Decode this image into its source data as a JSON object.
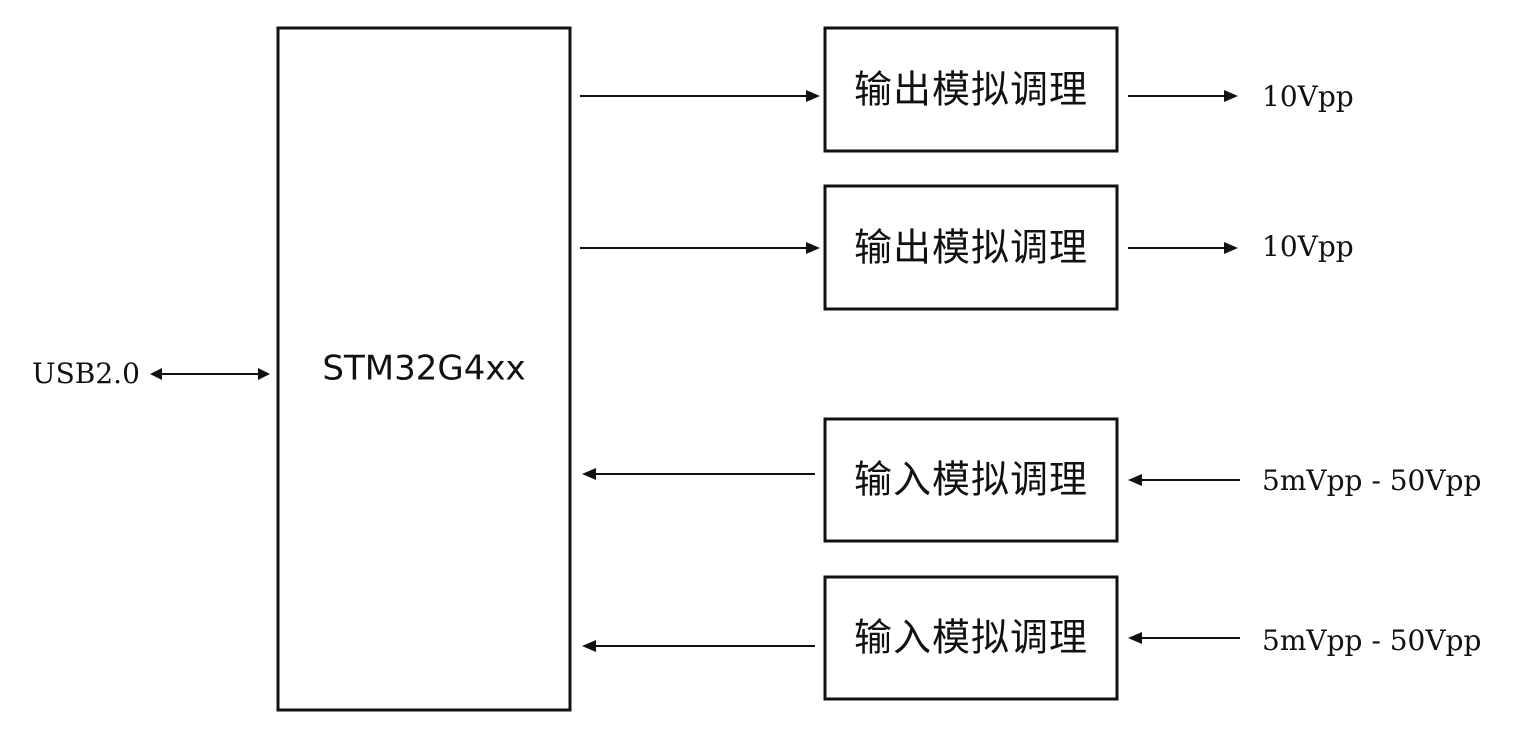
{
  "mcu": {
    "label": "STM32G4xx"
  },
  "usb": {
    "label": "USB2.0"
  },
  "outputs": [
    {
      "block_label": "输出模拟调理",
      "signal_label": "10Vpp"
    },
    {
      "block_label": "输出模拟调理",
      "signal_label": "10Vpp"
    }
  ],
  "inputs": [
    {
      "block_label": "输入模拟调理",
      "signal_label": "5mVpp - 50Vpp"
    },
    {
      "block_label": "输入模拟调理",
      "signal_label": "5mVpp - 50Vpp"
    }
  ]
}
